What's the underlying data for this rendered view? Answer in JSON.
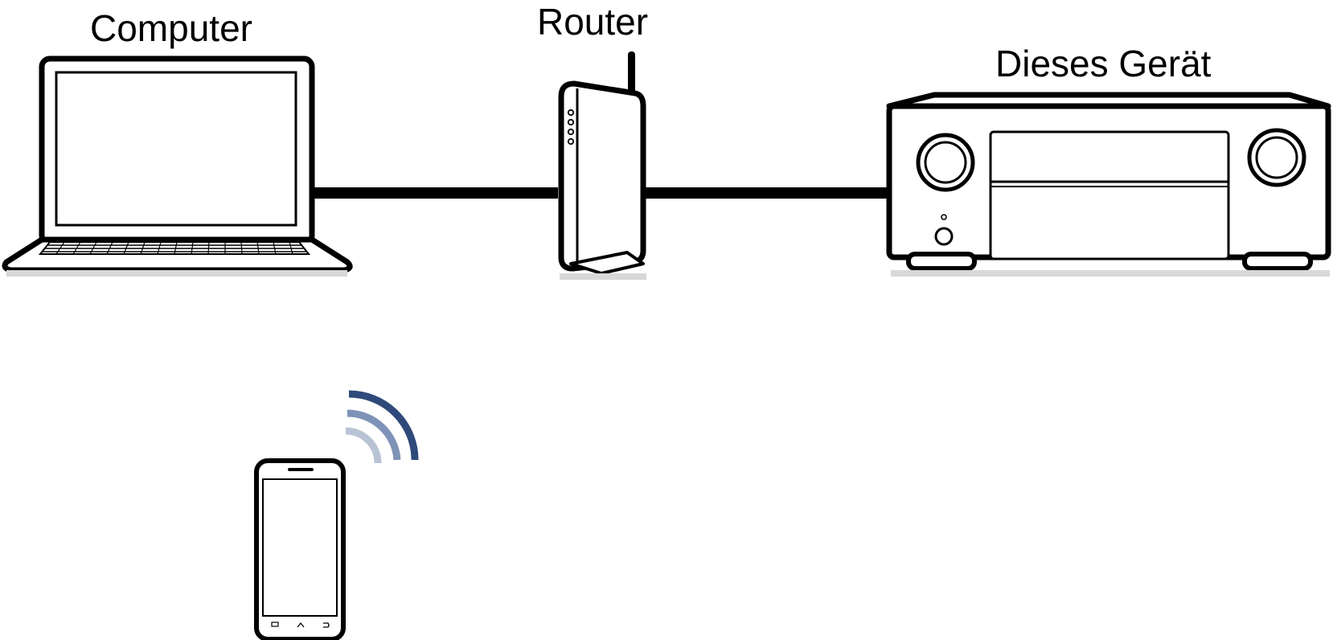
{
  "labels": {
    "computer": "Computer",
    "router": "Router",
    "receiver": "Dieses Gerät"
  },
  "icons": {
    "computer": "laptop-icon",
    "router": "router-icon",
    "receiver": "av-receiver-icon",
    "phone": "smartphone-icon",
    "wireless": "wifi-signal-icon"
  },
  "colors": {
    "line": "#000000",
    "wifi_strong": "#2f4a7a",
    "wifi_mid": "#7f93b8",
    "wifi_weak": "#b9c3d6"
  }
}
